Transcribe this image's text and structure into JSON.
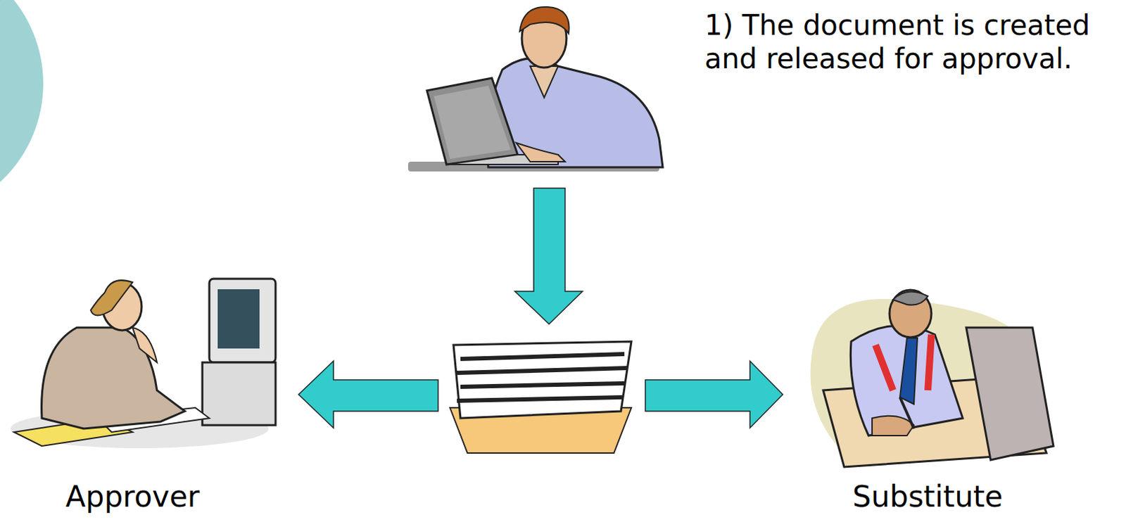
{
  "diagram": {
    "labels": [
      "1) The document is created and released for approval.",
      "Approver",
      "Substitute"
    ]
  }
}
